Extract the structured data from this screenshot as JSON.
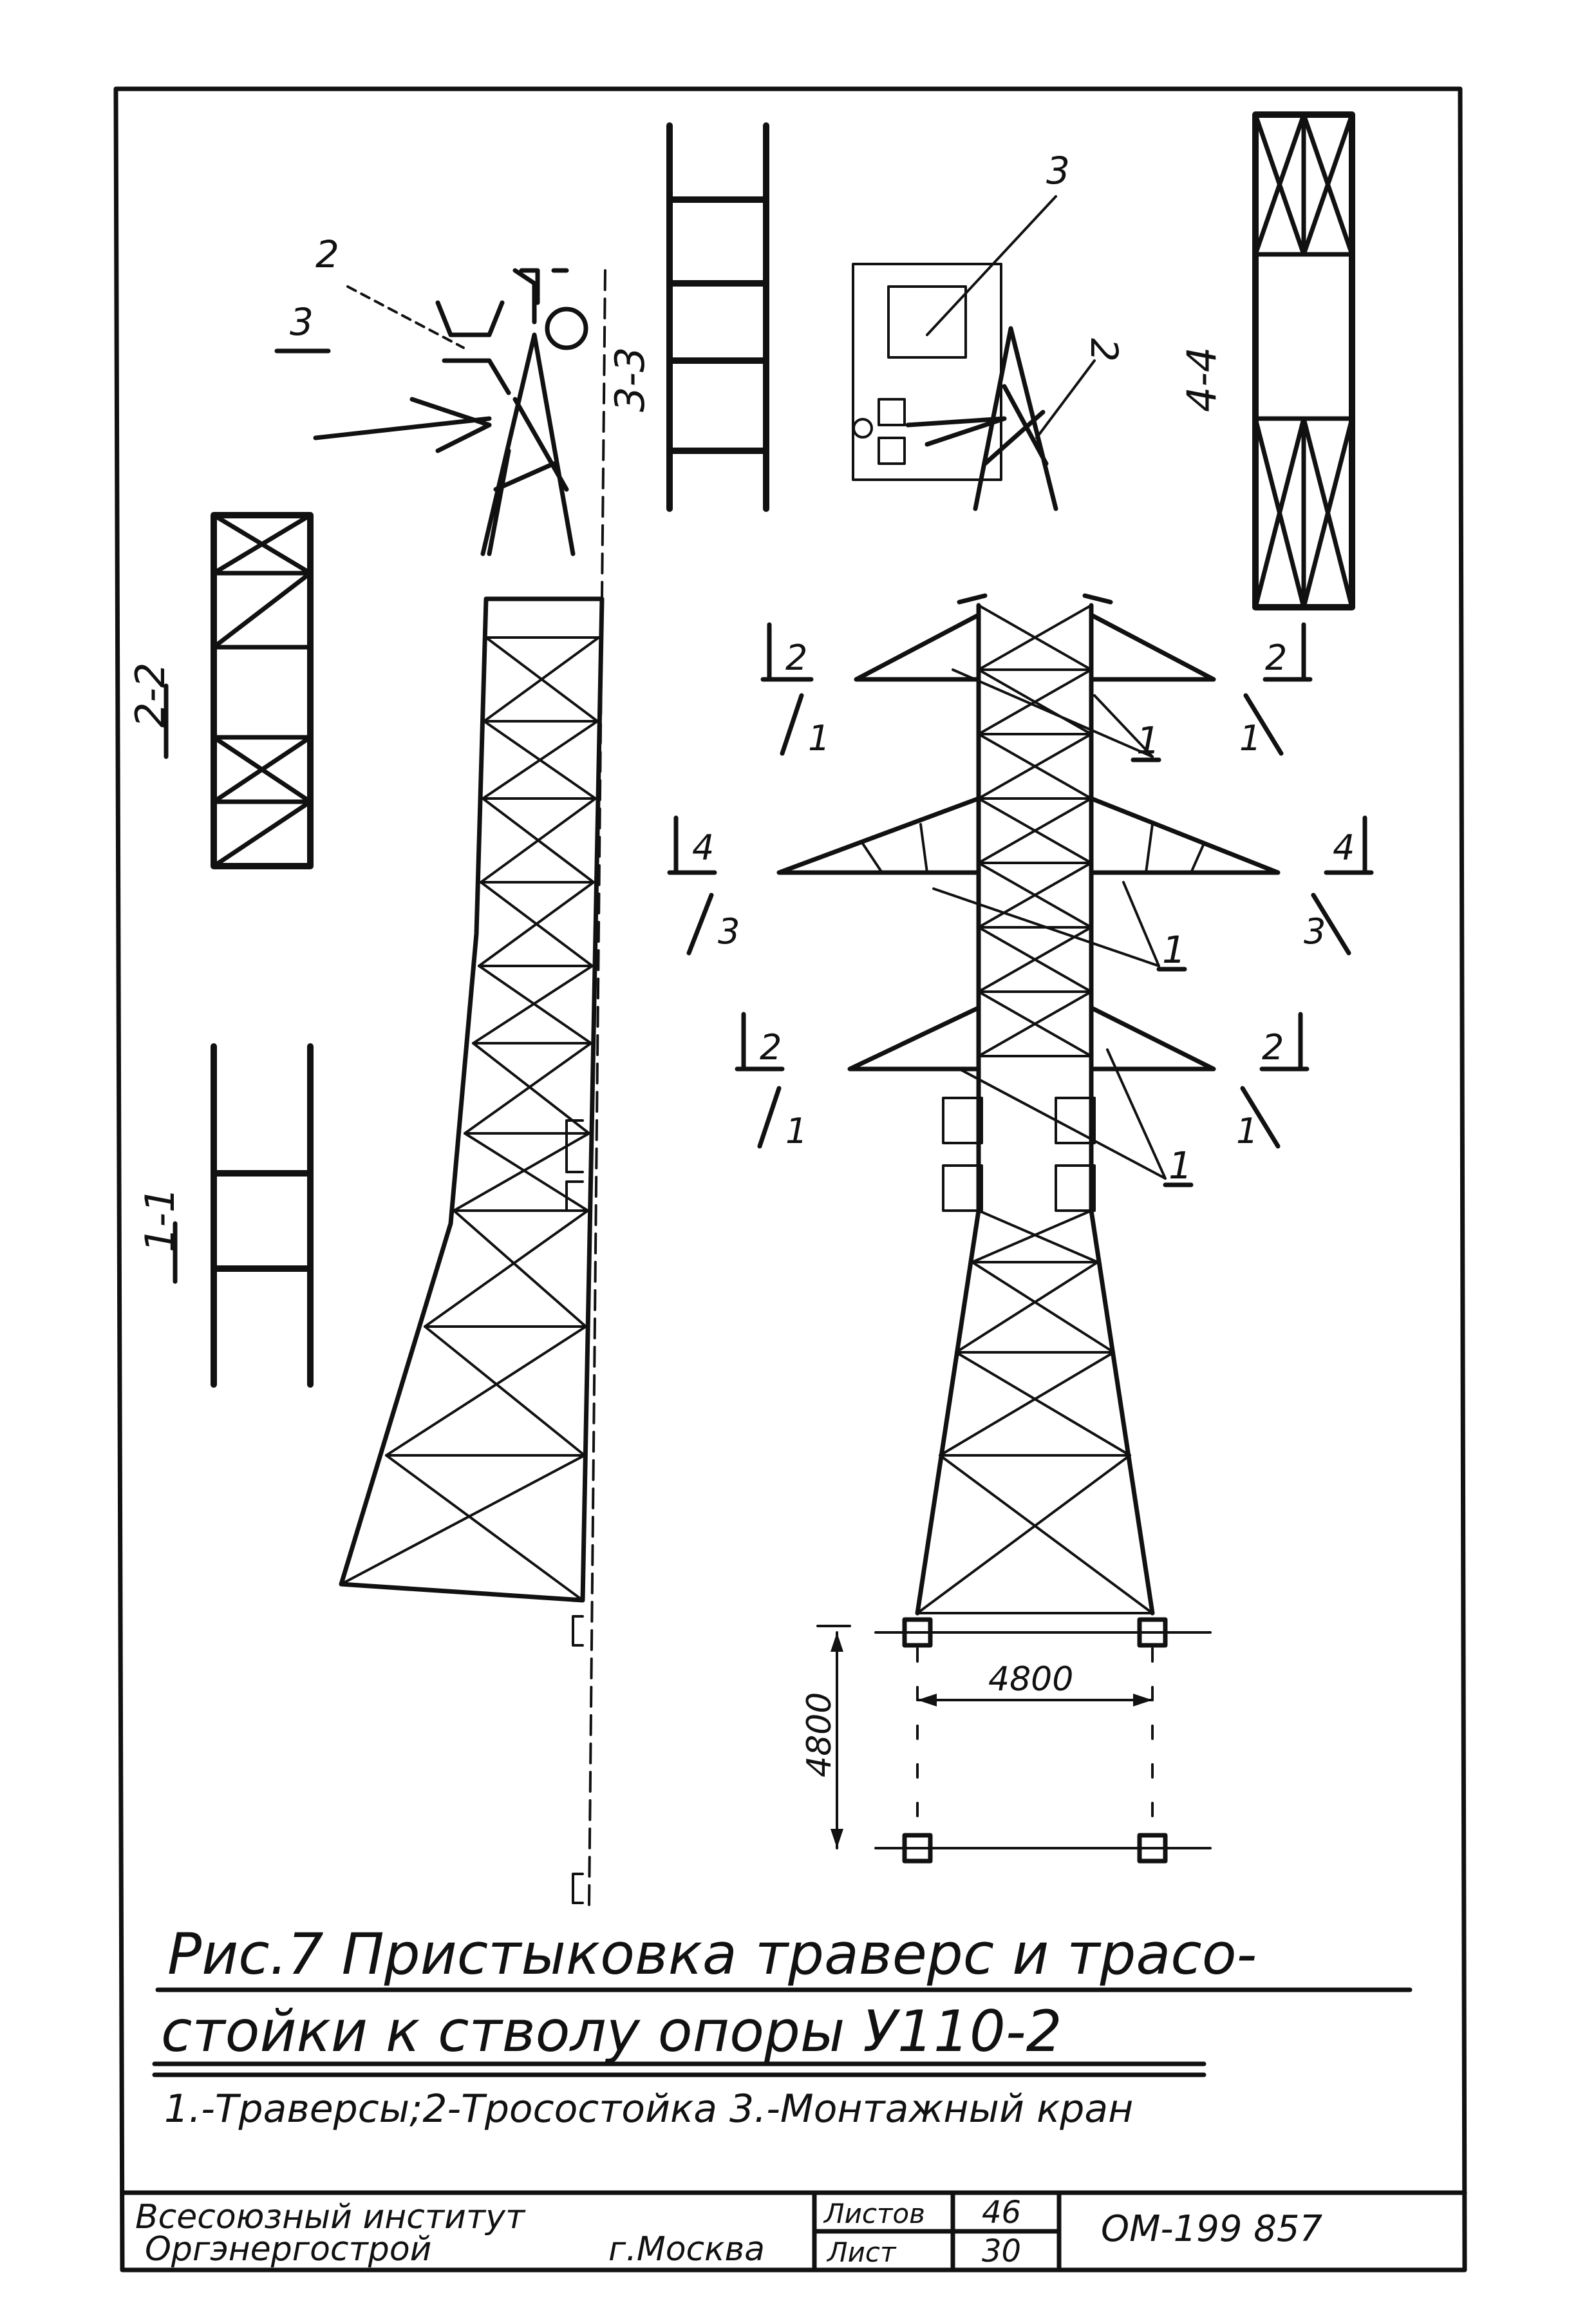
{
  "figure": {
    "caption_line1": "Рис.7 Пристыковка траверс и трасо-",
    "caption_line2": "стойки к стволу опоры У110-2",
    "legend": "1.-Траверсы;2-Тросостойка 3.-Монтажный кран"
  },
  "sections": {
    "s11": "1-1",
    "s22": "2-2",
    "s33": "3-3",
    "s44": "4-4"
  },
  "callouts": {
    "num1": "1",
    "num2": "2",
    "num3": "3",
    "num4": "4"
  },
  "dimensions": {
    "base_width": "4800",
    "base_depth": "4800"
  },
  "title_block": {
    "org_line1": "Всесоюзный институт",
    "org_line2": "Оргэнергострой",
    "city": "г.Москва",
    "sheets_label": "Листов",
    "sheets_value": "46",
    "sheet_label": "Лист",
    "sheet_value": "30",
    "doc_number": "ОМ-199 857"
  }
}
